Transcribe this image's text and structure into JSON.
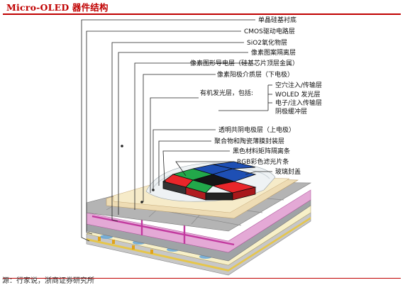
{
  "title": "Micro-OLED 器件结构",
  "labels": {
    "l1": "单晶硅基衬底",
    "l2": "CMOS驱动电路层",
    "l3": "SiO2氧化物层",
    "l4": "像素图案隔离层",
    "l5": "像素图形导电层（硅基芯片顶层金属）",
    "l6": "像素阳极介质层（下电极）",
    "l7": "有机发光层，包括:",
    "l7a": "空穴注入/传输层",
    "l7b": "WOLED 发光层",
    "l7c": "电子/注入传输层",
    "l7d": "阴极缓冲层",
    "l8": "透明共阴电极层（上电极）",
    "l9": "聚合物和陶瓷薄膜封装层",
    "l10": "黑色材料矩阵隔离条",
    "l11": "RGB彩色滤光片条",
    "l12": "玻璃封盖"
  },
  "source": "源：行家说，浙商证券研究所",
  "colors": {
    "accent": "#c00000",
    "red": "#e8262a",
    "green": "#22a84a",
    "blue": "#1e4fb4",
    "black": "#151515"
  }
}
